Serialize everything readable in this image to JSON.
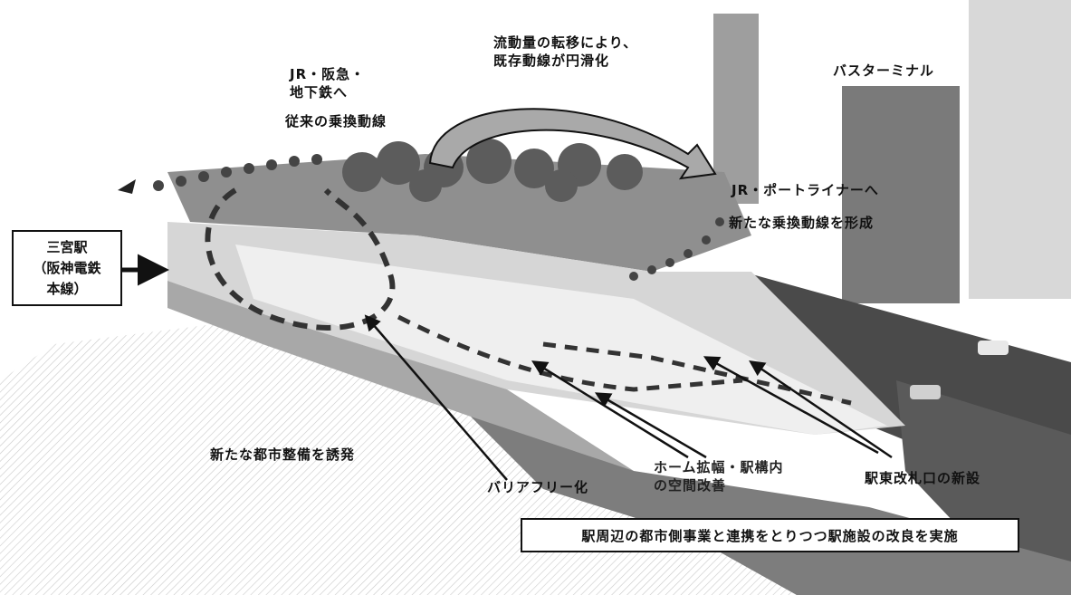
{
  "station": {
    "label": "三宮駅\n（阪神電鉄\n本線）"
  },
  "labels": {
    "jr_hankyu_subway": "JR・阪急・\n地下鉄へ",
    "existing_route": "従来の乗換動線",
    "flow_shift": "流動量の転移により、\n既存動線が円滑化",
    "bus_terminal": "バスターミナル",
    "jr_portliner": "JR・ポートライナーへ",
    "new_route": "新たな乗換動線を形成",
    "urban_development": "新たな都市整備を誘発",
    "barrier_free": "バリアフリー化",
    "platform_expansion": "ホーム拡幅・駅構内\nの空間改善",
    "east_gate": "駅東改札口の新設"
  },
  "summary": "駅周辺の都市側事業と連携をとりつつ駅施設の改良を実施"
}
